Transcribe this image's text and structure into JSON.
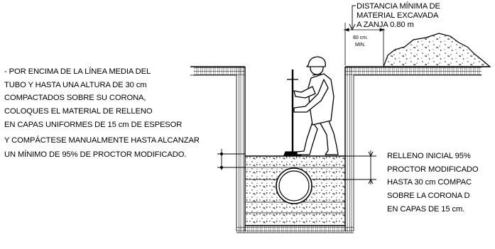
{
  "callout_top": {
    "lines": [
      "DISTANCIA MÍNIMA DE",
      "MATERIAL EXCAVADA",
      "A ZANJA 0.80 m"
    ]
  },
  "dimension_label": {
    "lines": [
      "80 cm.",
      "MIN."
    ]
  },
  "note_left": {
    "lines": [
      "- POR ENCIMA DE LA LÍNEA MEDIA DEL",
      "TUBO Y  HASTA UNA ALTURA DE 30 cm",
      "COMPACTADOS SOBRE SU CORONA,",
      "COLOQUES EL MATERIAL DE RELLENO",
      "EN CAPAS UNIFORMES DE 15 cm DE ESPESOR",
      "Y COMPÁCTESE MANUALMENTE HASTA ALCANZAR",
      "UN MÍNIMO DE 95% DE PROCTOR MODIFICADO."
    ]
  },
  "note_right": {
    "lines": [
      "RELLENO INICIAL 95%",
      "PROCTOR MODIFICADO",
      "HASTA 30 cm COMPAC",
      "SOBRE LA CORONA D",
      "EN CAPAS DE 15 cm."
    ]
  }
}
